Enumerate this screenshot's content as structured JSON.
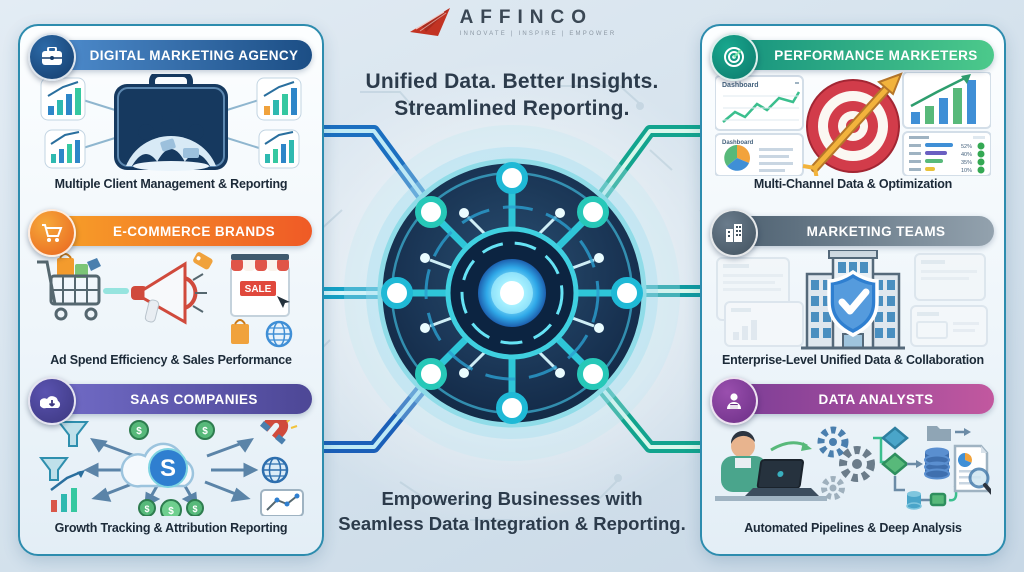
{
  "logo": {
    "name": "AFFINCO",
    "tagline": "INNOVATE | INSPIRE | EMPOWER"
  },
  "center": {
    "headline": [
      "Unified Data. Better Insights.",
      "Streamlined Reporting."
    ],
    "footer": [
      "Empowering Businesses with",
      "Seamless Data Integration & Reporting."
    ]
  },
  "panels": {
    "left": [
      {
        "title": "DIGITAL MARKETING AGENCY",
        "caption": "Multiple Client Management & Reporting",
        "icon": "briefcase-icon"
      },
      {
        "title": "E-COMMERCE BRANDS",
        "caption": "Ad Spend Efficiency & Sales Performance",
        "icon": "shopping-cart-icon"
      },
      {
        "title": "SAAS COMPANIES",
        "caption": "Growth Tracking & Attribution Reporting",
        "icon": "cloud-icon"
      }
    ],
    "right": [
      {
        "title": "PERFORMANCE MARKETERS",
        "caption": "Multi-Channel Data & Optimization",
        "icon": "target-icon"
      },
      {
        "title": "MARKETING TEAMS",
        "caption": "Enterprise-Level Unified Data & Collaboration",
        "icon": "building-icon"
      },
      {
        "title": "DATA ANALYSTS",
        "caption": "Automated Pipelines & Deep Analysis",
        "icon": "analyst-icon"
      }
    ]
  },
  "illustrations": {
    "ecommerce": {
      "sale_label": "SALE"
    },
    "saas": {
      "cloud_letter": "S",
      "coin_symbol": "$"
    },
    "performance": {
      "line_card_title": "Dashboard",
      "pie_card_title": "Dashboard",
      "table": {
        "rows": [
          {
            "pct": "52%"
          },
          {
            "pct": "40%"
          },
          {
            "pct": "35%"
          },
          {
            "pct": "10%"
          }
        ]
      }
    }
  },
  "colors": {
    "banner_blue": [
      "#4e8ccd",
      "#1c4e85"
    ],
    "banner_orange": [
      "#f7a028",
      "#ef5a26"
    ],
    "banner_purple": [
      "#716bc6",
      "#4d4796"
    ],
    "banner_teal": [
      "#17947f",
      "#4cc98b"
    ],
    "banner_slate": [
      "#4f6272",
      "#93a2ae"
    ],
    "banner_magenta": [
      "#7d3e97",
      "#c2589f"
    ],
    "trace_left": "#1b6fc0",
    "trace_right": "#12a48e",
    "hub_core": "#35d4e8"
  }
}
